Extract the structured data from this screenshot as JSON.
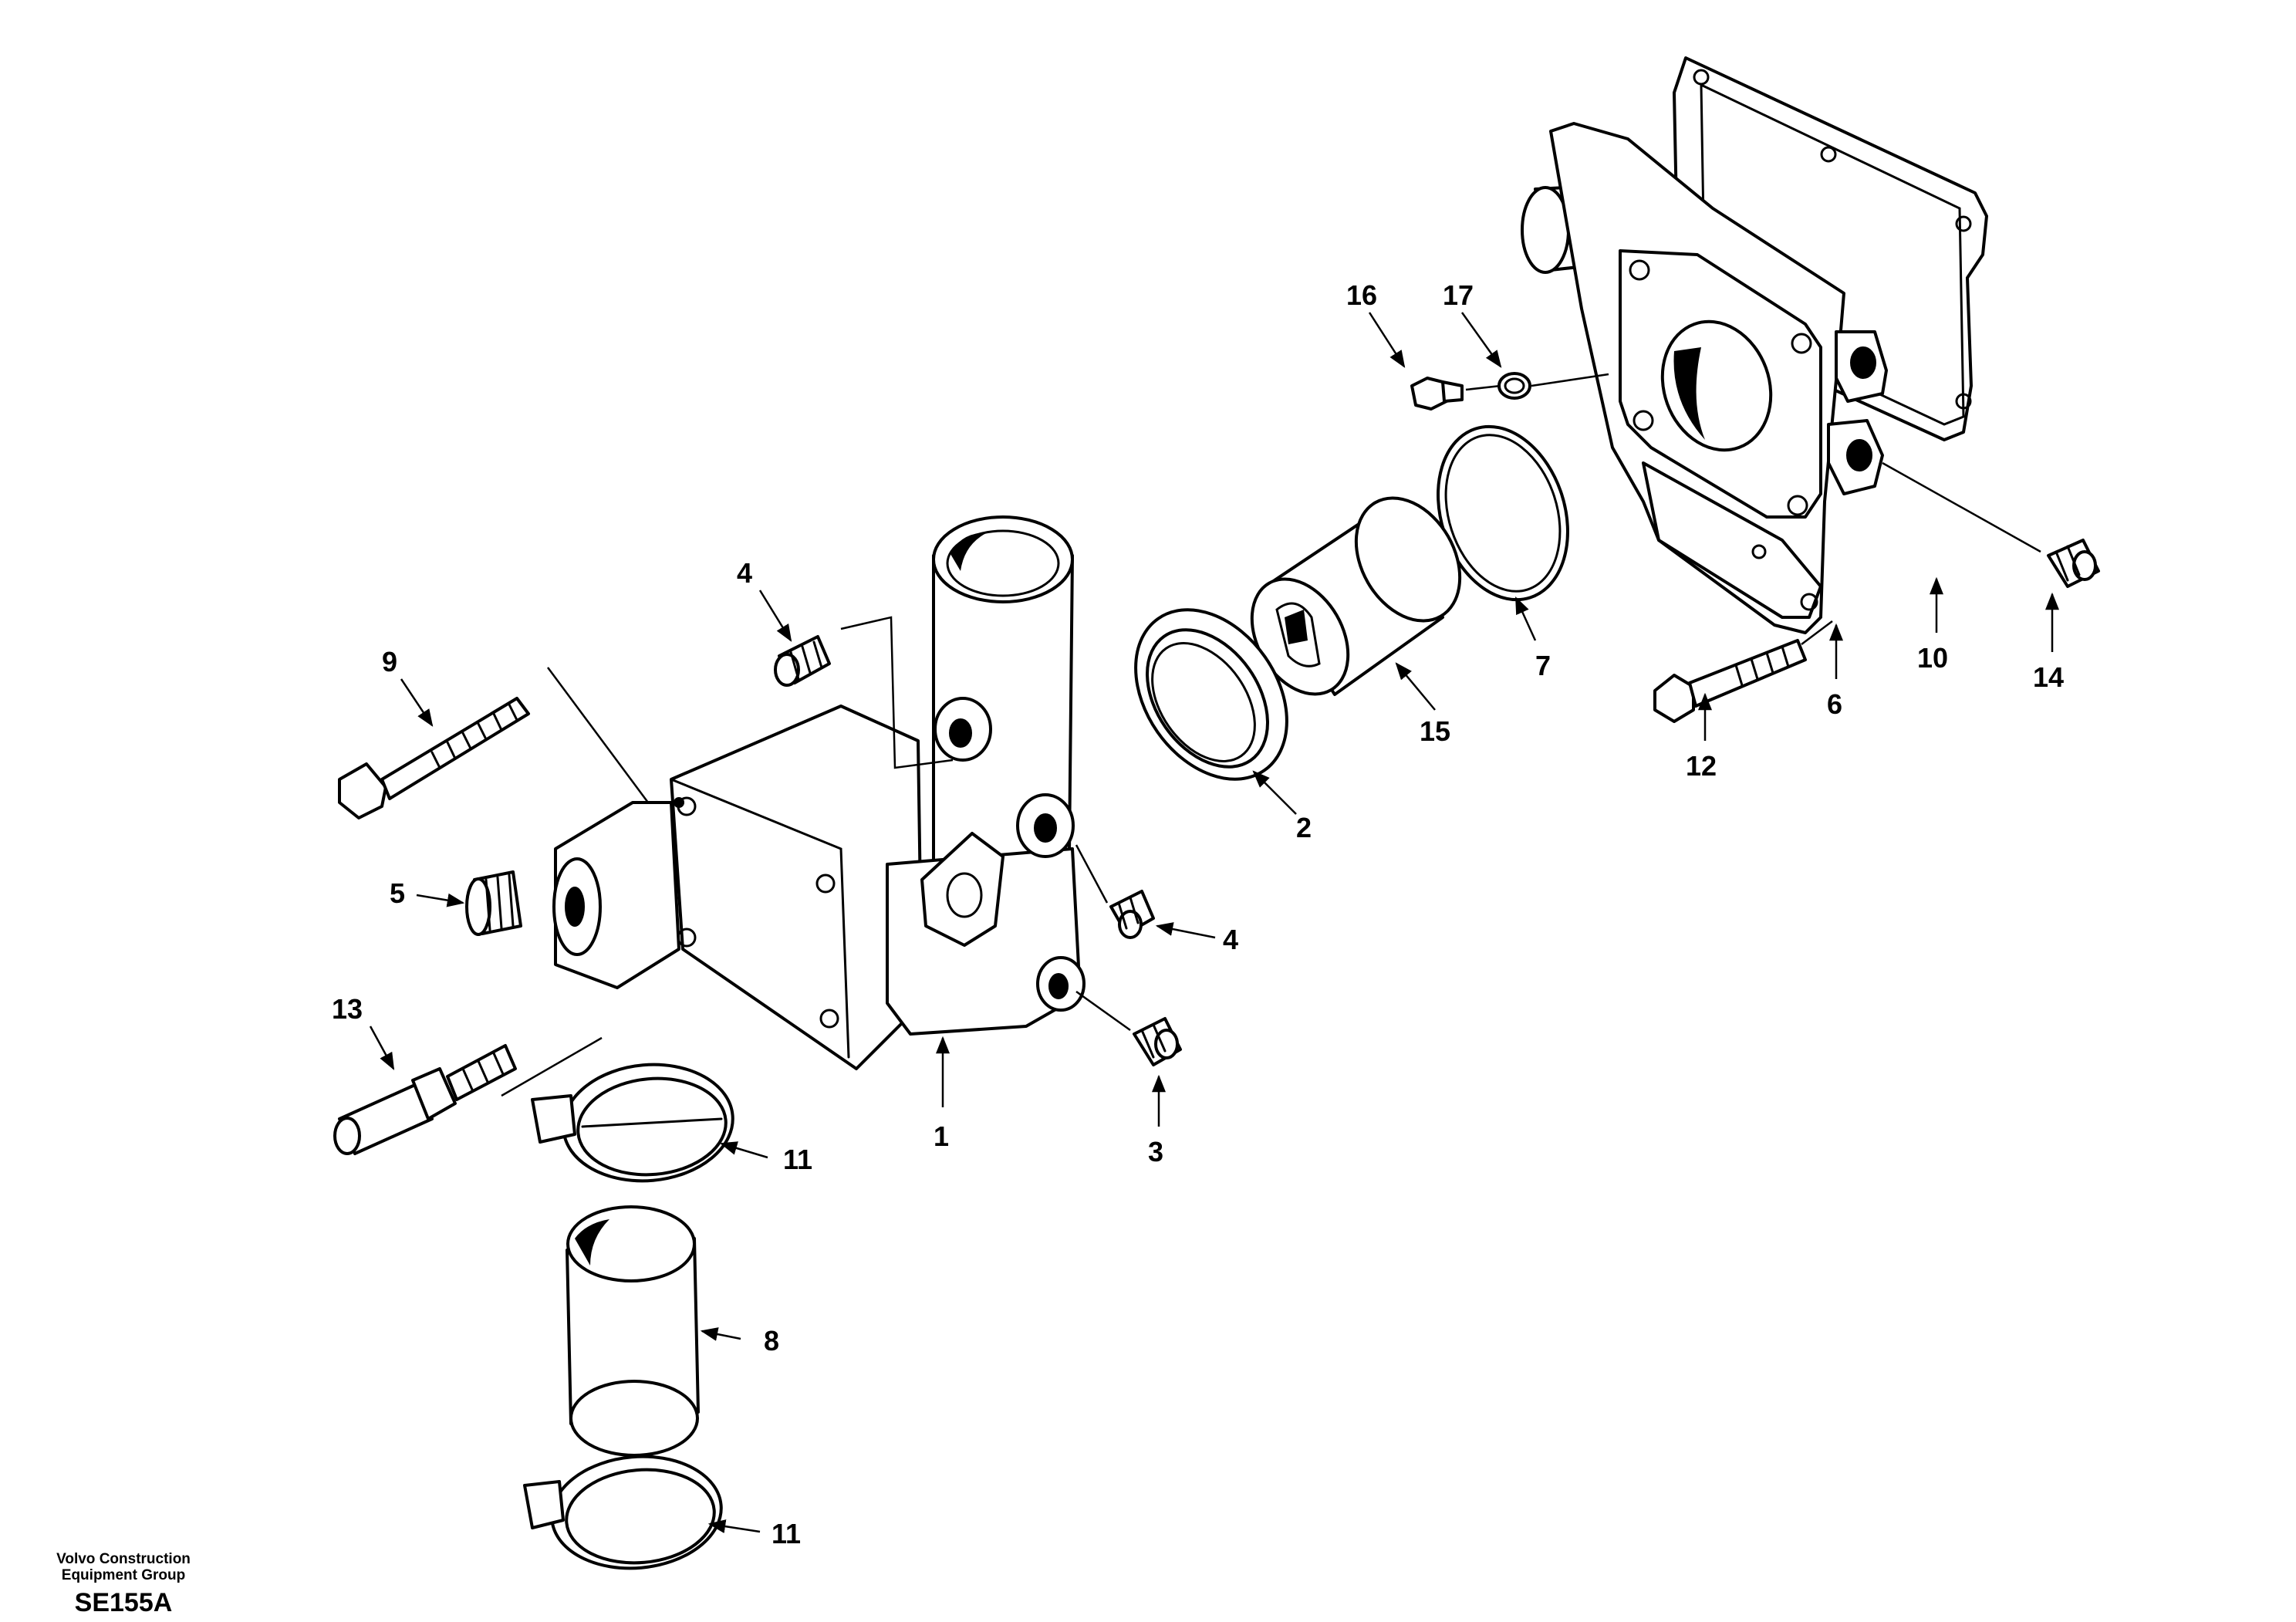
{
  "callouts": [
    {
      "id": "c1",
      "label": "1"
    },
    {
      "id": "c2",
      "label": "2"
    },
    {
      "id": "c3",
      "label": "3"
    },
    {
      "id": "c4a",
      "label": "4"
    },
    {
      "id": "c4b",
      "label": "4"
    },
    {
      "id": "c5",
      "label": "5"
    },
    {
      "id": "c6",
      "label": "6"
    },
    {
      "id": "c7",
      "label": "7"
    },
    {
      "id": "c8",
      "label": "8"
    },
    {
      "id": "c9",
      "label": "9"
    },
    {
      "id": "c10",
      "label": "10"
    },
    {
      "id": "c11a",
      "label": "11"
    },
    {
      "id": "c11b",
      "label": "11"
    },
    {
      "id": "c12",
      "label": "12"
    },
    {
      "id": "c13",
      "label": "13"
    },
    {
      "id": "c14",
      "label": "14"
    },
    {
      "id": "c15",
      "label": "15"
    },
    {
      "id": "c16",
      "label": "16"
    },
    {
      "id": "c17",
      "label": "17"
    }
  ],
  "footer": {
    "company": "Volvo Construction\nEquipment Group",
    "code": "SE155A"
  }
}
